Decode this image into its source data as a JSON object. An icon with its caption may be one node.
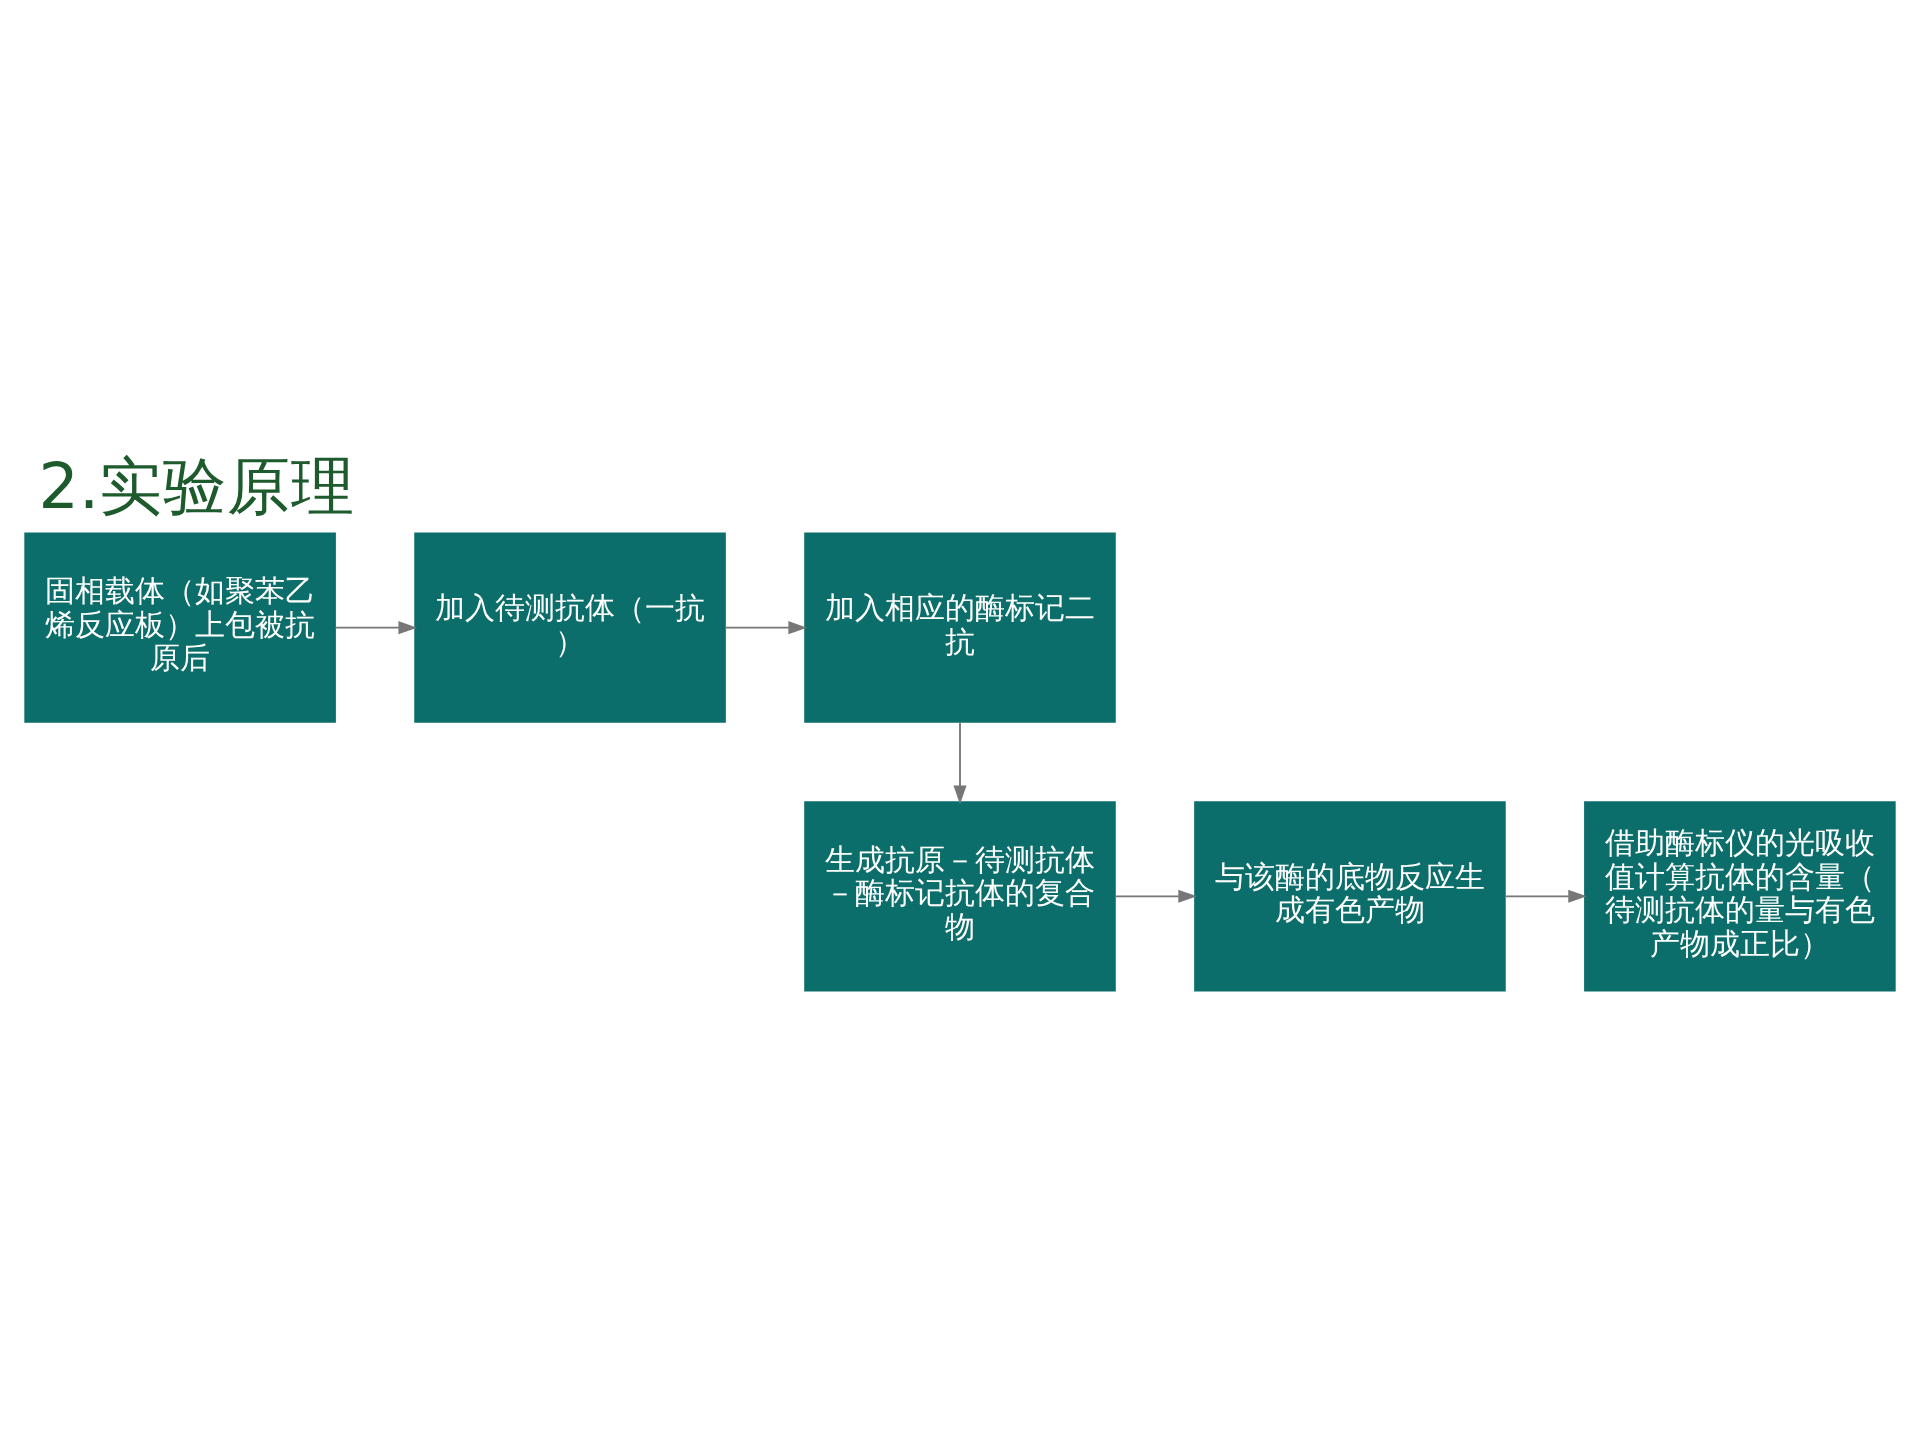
{
  "diagram": {
    "title": "2.实验原理",
    "nodes": [
      {
        "text": [
          "固相载体（如聚苯乙烯反应板）上包被抗原后"
        ]
      },
      {
        "text": [
          "加入待测抗体（一抗）"
        ]
      },
      {
        "text": [
          "加入相应的酶标记二抗"
        ]
      },
      {
        "text": [
          "生成抗原－待测抗体－酶标记抗体的复合物"
        ]
      },
      {
        "text": [
          "与该酶的底物反应生成有色产物"
        ]
      },
      {
        "text": [
          "借助酶标仪的光吸收值计算抗体的含量（待测抗体的量与有色产物成正比）"
        ]
      }
    ],
    "edges": [
      {
        "from": 0,
        "to": 1,
        "arrow": "to"
      },
      {
        "from": 1,
        "to": 2,
        "arrow": "to"
      },
      {
        "from": 2,
        "to": 3,
        "arrow": "to"
      },
      {
        "from": 3,
        "to": 4,
        "arrow": "to"
      },
      {
        "from": 4,
        "to": 5,
        "arrow": "to"
      }
    ]
  }
}
